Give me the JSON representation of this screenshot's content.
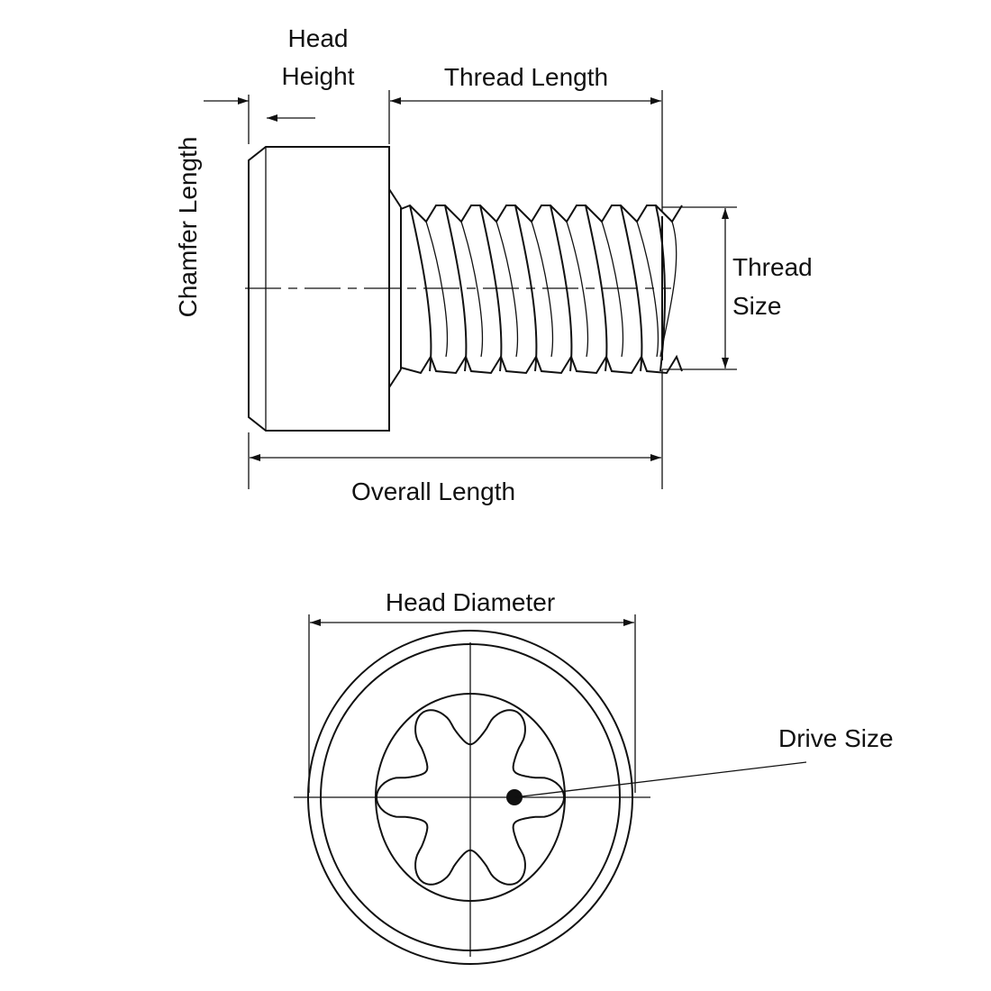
{
  "labels": {
    "head_height_line1": "Head",
    "head_height_line2": "Height",
    "thread_length": "Thread Length",
    "chamfer_length": "Chamfer Length",
    "thread_size_line1": "Thread",
    "thread_size_line2": "Size",
    "overall_length": "Overall Length",
    "head_diameter": "Head Diameter",
    "drive_size": "Drive Size"
  },
  "colors": {
    "line": "#111111",
    "background": "#ffffff"
  }
}
